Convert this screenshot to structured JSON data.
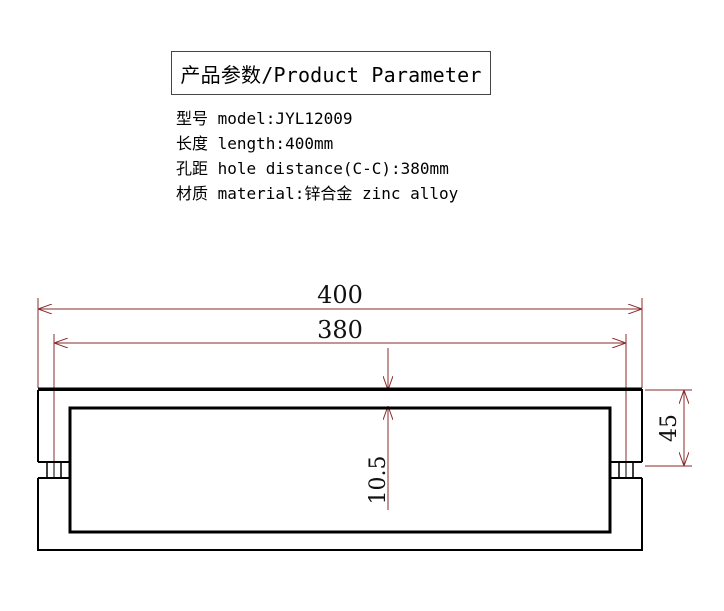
{
  "title": "产品参数/Product Parameter",
  "specs": [
    {
      "label": "型号",
      "key": "model",
      "value": "JYL12009"
    },
    {
      "label": "长度",
      "key": "length",
      "value": "400mm"
    },
    {
      "label": "孔距",
      "key": "hole distance(C-C)",
      "value": "380mm"
    },
    {
      "label": "材质",
      "key": "material",
      "value": "锌合金 zinc alloy"
    }
  ],
  "spec_lines": [
    "型号 model:JYL12009",
    "长度 length:400mm",
    "孔距 hole distance(C-C):380mm",
    "材质 material:锌合金 zinc alloy"
  ],
  "dimensions": {
    "overall_length": "400",
    "hole_distance": "380",
    "height": "45",
    "bar_thickness": "10.5"
  },
  "colors": {
    "line": "#000000",
    "dimension_line": "#8a2b2b",
    "text": "#111111"
  }
}
